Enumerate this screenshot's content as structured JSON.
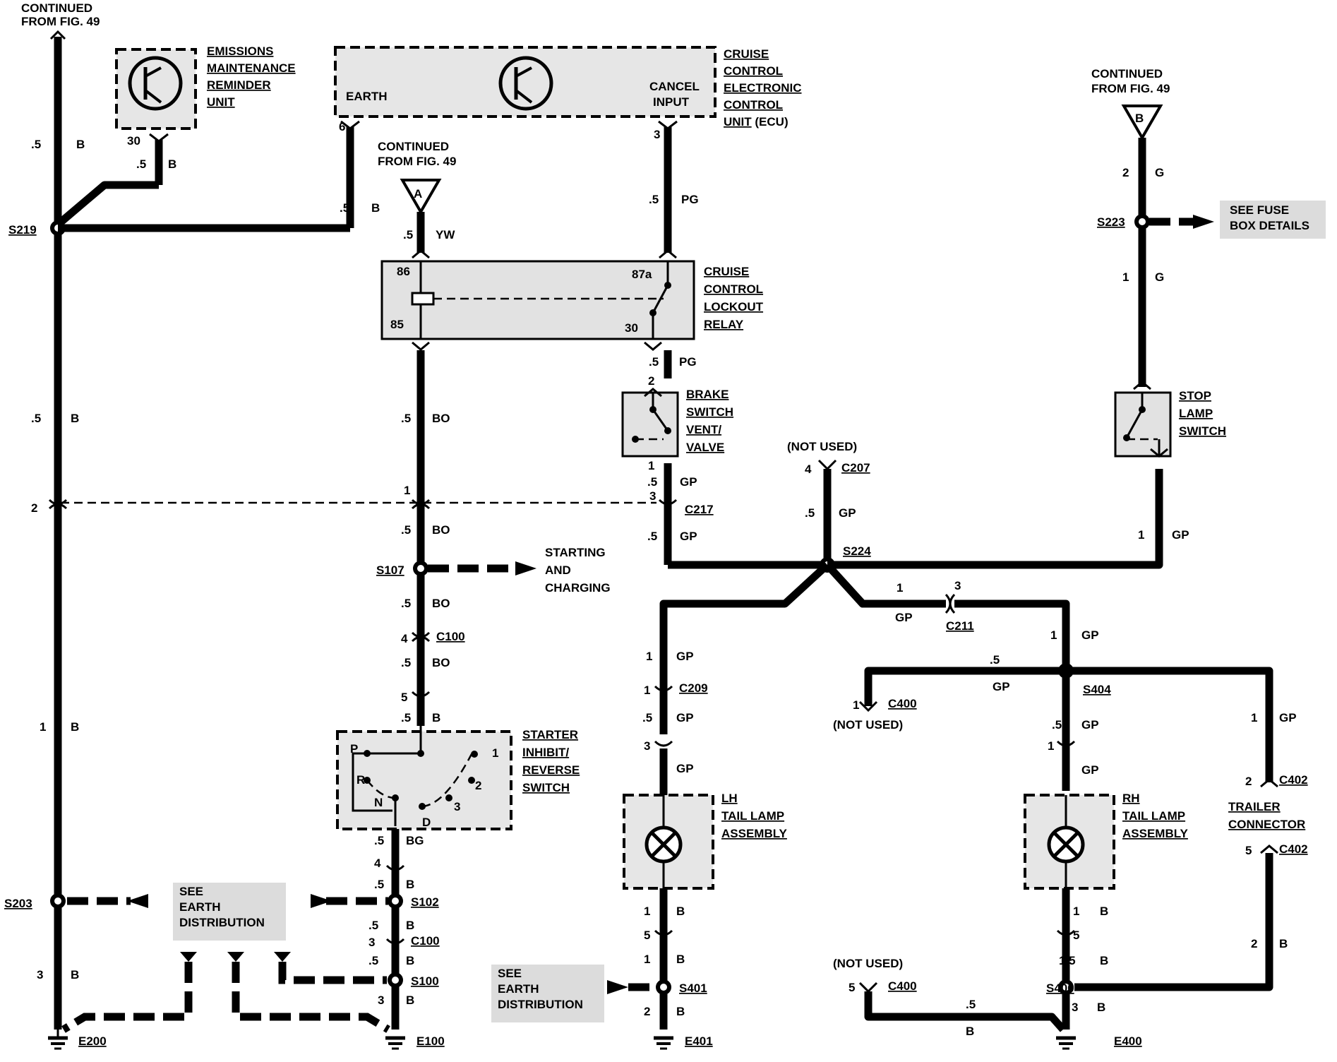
{
  "continued": {
    "left": "CONTINUED\nFROM FIG. 49",
    "a": "CONTINUED\nFROM FIG. 49",
    "b": "CONTINUED\nFROM FIG. 49",
    "a_tag": "A",
    "b_tag": "B"
  },
  "components": {
    "emissions": "EMISSIONS\nMAINTENANCE\nREMINDER\nUNIT",
    "cruise_ecu": "CRUISE\nCONTROL\nELECTRONIC\nCONTROL\nUNIT (ECU)",
    "ecu_earth": "EARTH",
    "ecu_cancel": "CANCEL\nINPUT",
    "lockout_relay": "CRUISE\nCONTROL\nLOCKOUT\nRELAY",
    "brake_switch": "BRAKE\nSWITCH\nVENT/\nVALVE",
    "stop_lamp": "STOP\nLAMP\nSWITCH",
    "starter_inhibit": "STARTER\nINHIBIT/\nREVERSE\nSWITCH",
    "lh_tail": "LH\nTAIL LAMP\nASSEMBLY",
    "rh_tail": "RH\nTAIL LAMP\nASSEMBLY",
    "trailer": "TRAILER\nCONNECTOR",
    "fuse_box": "SEE FUSE\nBOX DETAILS",
    "earth_dist1": "SEE\nEARTH\nDISTRIBUTION",
    "earth_dist2": "SEE\nEARTH\nDISTRIBUTION",
    "starting": "STARTING\nAND\nCHARGING",
    "not_used": "(NOT USED)"
  },
  "relay_pins": [
    "86",
    "85",
    "87a",
    "30"
  ],
  "gear_positions": [
    "P",
    "R",
    "N",
    "D",
    "1",
    "2",
    "3"
  ],
  "splices": [
    "S219",
    "S203",
    "S107",
    "S102",
    "S100",
    "S224",
    "S223",
    "S401",
    "S404",
    "S400"
  ],
  "connectors": [
    "C207",
    "C217",
    "C100",
    "C209",
    "C211",
    "C400",
    "C402"
  ],
  "grounds": [
    "E200",
    "E100",
    "E401",
    "E400"
  ],
  "wires": {
    "w1": [
      ".5",
      "B"
    ],
    "w2": [
      ".5",
      "B"
    ],
    "w3": [
      ".5",
      "B"
    ],
    "w4": [
      ".5",
      "YW"
    ],
    "w5": [
      ".5",
      "PG"
    ],
    "w6": [
      "2",
      "G"
    ],
    "w7": [
      "1",
      "G"
    ],
    "w8": [
      ".5",
      "B"
    ],
    "w9": [
      ".5",
      "BO"
    ],
    "w10": [
      ".5",
      "PG"
    ],
    "w11": [
      "1",
      "B"
    ],
    "w12": [
      "3",
      "B"
    ],
    "w13": [
      ".5",
      "GP"
    ],
    "w14": [
      ".5",
      "GP"
    ],
    "w15": [
      "1",
      "GP"
    ],
    "w16": [
      ".5",
      "BO"
    ],
    "w17": [
      ".5",
      "BO"
    ],
    "w18": [
      ".5",
      "BO"
    ],
    "w19": [
      ".5",
      "B"
    ],
    "w20": [
      ".5",
      "GP"
    ],
    "w21": [
      "1",
      "GP"
    ],
    "w22": [
      ".5",
      "GP"
    ],
    "w23": [
      "GP"
    ],
    "w24": [
      "1",
      "GP"
    ],
    "w25": [
      ".5",
      "GP"
    ],
    "w26": [
      "GP"
    ],
    "w27": [
      "1",
      "GP"
    ],
    "w28": [
      ".5",
      "GP"
    ],
    "w29": [
      "GP"
    ],
    "w30": [
      ".5",
      "BG"
    ],
    "w31": [
      ".5",
      "B"
    ],
    "w32": [
      ".5",
      "B"
    ],
    "w33": [
      ".5",
      "B"
    ],
    "w34": [
      "3",
      "B"
    ],
    "w35": [
      "1",
      "B"
    ],
    "w36": [
      "1",
      "B"
    ],
    "w37": [
      "2",
      "B"
    ],
    "w38": [
      "1",
      "B"
    ],
    "w39": [
      "1.5",
      "B"
    ],
    "w40": [
      "3",
      "B"
    ],
    "w41": [
      ".5",
      "B"
    ],
    "w42": [
      "2",
      "B"
    ],
    "w43": [
      "1",
      "GP"
    ],
    "w44": [
      "GP"
    ]
  },
  "pins": {
    "p30": "30",
    "p6": "6",
    "p3": "3",
    "p2a": "2",
    "p1a": "1",
    "p3a": "3",
    "p4": "4",
    "p1b": "1",
    "p2b": "2",
    "p4b": "4",
    "p5": "5",
    "p1c": "1",
    "p3c": "3",
    "p1d": "1",
    "p3d": "3",
    "p1e": "1",
    "p1f": "1",
    "p2f": "2",
    "p5f": "5",
    "p5g": "5",
    "p4h": "4",
    "p3h": "3",
    "p3i": "3",
    "p5i": "5",
    "p1j": "1",
    "p3j": "3",
    "p1k": "1",
    "p5l": "5"
  }
}
